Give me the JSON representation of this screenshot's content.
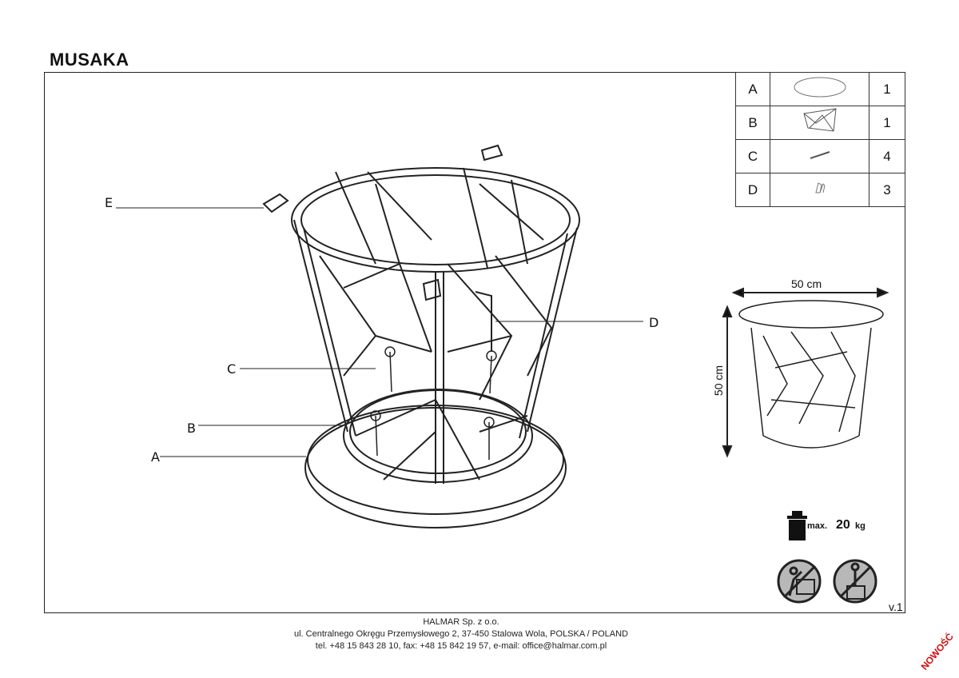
{
  "title": "MUSAKA",
  "callouts": {
    "A": "A",
    "B": "B",
    "C": "C",
    "D": "D",
    "E": "E"
  },
  "parts_table": [
    {
      "letter": "A",
      "icon": "tabletop-icon",
      "qty": "1"
    },
    {
      "letter": "B",
      "icon": "basket-frame-icon",
      "qty": "1"
    },
    {
      "letter": "C",
      "icon": "screw-icon",
      "qty": "4"
    },
    {
      "letter": "D",
      "icon": "clip-icon",
      "qty": "3"
    }
  ],
  "dimensions": {
    "width": "50 cm",
    "height": "50 cm"
  },
  "max_load": {
    "prefix": "max.",
    "value": "20",
    "unit": "kg"
  },
  "warnings": [
    "no-climbing-icon",
    "no-standing-icon"
  ],
  "version": "v.1",
  "footer": {
    "company": "HALMAR Sp. z o.o.",
    "address": "ul. Centralnego Okręgu Przemysłowego 2, 37-450 Stalowa Wola, POLSKA / POLAND",
    "contact": "tel. +48 15 843 28 10, fax: +48 15 842 19 57, e-mail: office@halmar.com.pl"
  },
  "badge": "NOWOŚĆ"
}
